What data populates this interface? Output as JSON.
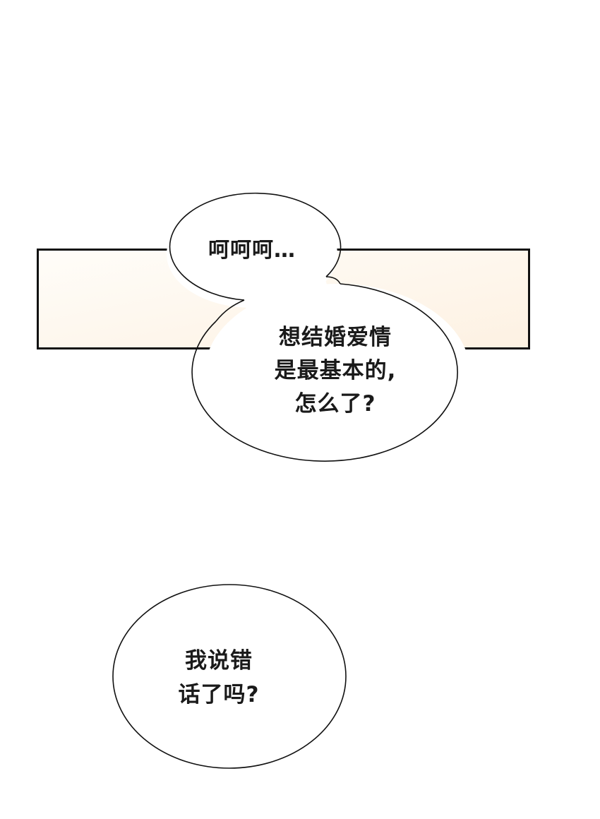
{
  "panel": {
    "background_colors": [
      "#fffdf9",
      "#fdf2e4"
    ],
    "border_color": "#111111"
  },
  "bubbles": [
    {
      "id": "bubble-1",
      "text": "呵呵呵…"
    },
    {
      "id": "bubble-2",
      "text": "想结婚爱情\n是最基本的,\n怎么了?"
    },
    {
      "id": "bubble-3",
      "text": "我说错\n话了吗?"
    }
  ]
}
